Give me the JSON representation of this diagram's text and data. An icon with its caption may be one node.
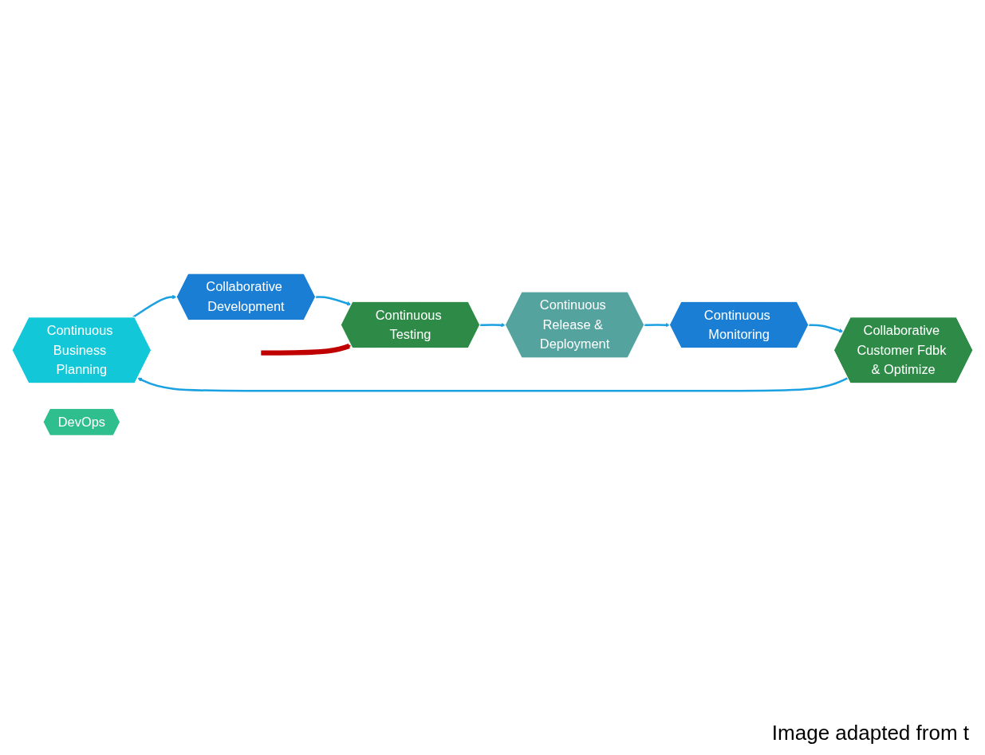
{
  "diagram": {
    "caption": "Image adapted from t",
    "nodes": [
      {
        "text": [
          "Continuous Business Planning"
        ]
      },
      {
        "text": [
          "Collaborative Development"
        ]
      },
      {
        "text": [
          "Continuous Testing"
        ]
      },
      {
        "text": [
          "Continuous Release & Deployment"
        ]
      },
      {
        "text": [
          "Continuous Monitoring"
        ]
      },
      {
        "text": [
          "Collaborative Customer Fdbk & Optimize"
        ]
      },
      {
        "text": [
          "DevOps"
        ]
      }
    ],
    "edges": [
      {
        "from": 0,
        "to": 1,
        "arrow": "to"
      },
      {
        "from": 1,
        "to": 2,
        "arrow": "to"
      },
      {
        "from": 2,
        "to": 3,
        "arrow": "to"
      },
      {
        "from": 3,
        "to": 4,
        "arrow": "to"
      },
      {
        "from": 4,
        "to": 5,
        "arrow": "to"
      },
      {
        "from": 5,
        "to": 0,
        "arrow": "to"
      },
      {
        "from": null,
        "to": 2,
        "arrow": "to",
        "style": "thick",
        "color": "#c00000"
      }
    ]
  }
}
